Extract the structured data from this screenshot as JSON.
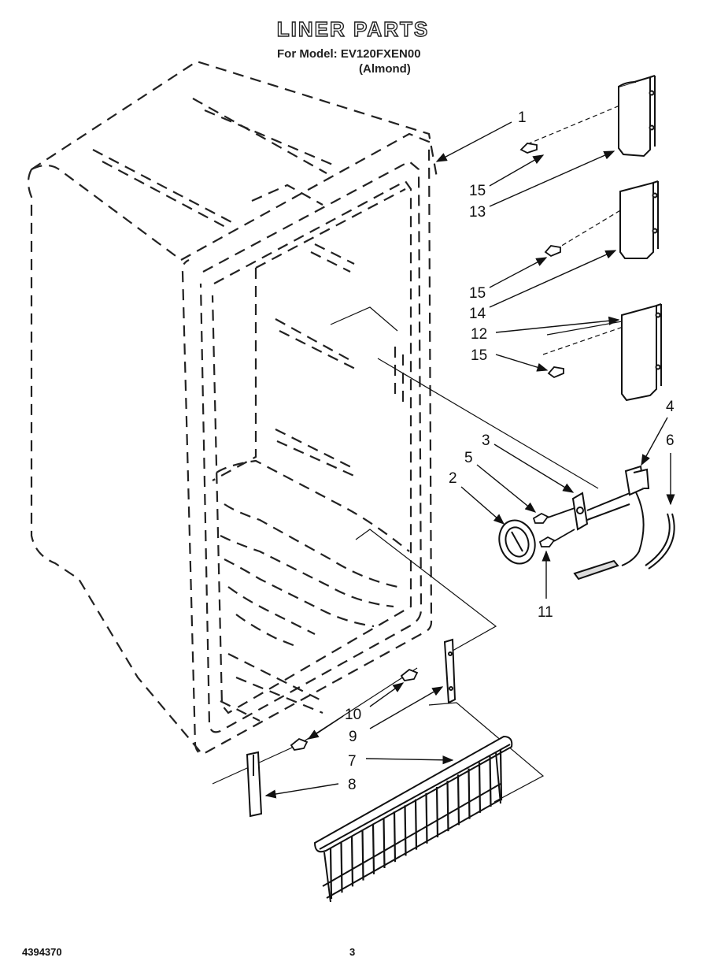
{
  "header": {
    "title": "LINER PARTS",
    "model_line": "For Model: EV120FXEN00",
    "color_line": "(Almond)"
  },
  "footer": {
    "part_number": "4394370",
    "page": "3"
  },
  "callouts": [
    {
      "id": "c1",
      "label": "1"
    },
    {
      "id": "c15a",
      "label": "15"
    },
    {
      "id": "c13",
      "label": "13"
    },
    {
      "id": "c15b",
      "label": "15"
    },
    {
      "id": "c14",
      "label": "14"
    },
    {
      "id": "c12",
      "label": "12"
    },
    {
      "id": "c15c",
      "label": "15"
    },
    {
      "id": "c4",
      "label": "4"
    },
    {
      "id": "c6",
      "label": "6"
    },
    {
      "id": "c3",
      "label": "3"
    },
    {
      "id": "c5",
      "label": "5"
    },
    {
      "id": "c2",
      "label": "2"
    },
    {
      "id": "c11",
      "label": "11"
    },
    {
      "id": "c10",
      "label": "10"
    },
    {
      "id": "c9",
      "label": "9"
    },
    {
      "id": "c7",
      "label": "7"
    },
    {
      "id": "c8",
      "label": "8"
    }
  ],
  "colors": {
    "ink": "#1a1a1a",
    "background": "#ffffff"
  }
}
